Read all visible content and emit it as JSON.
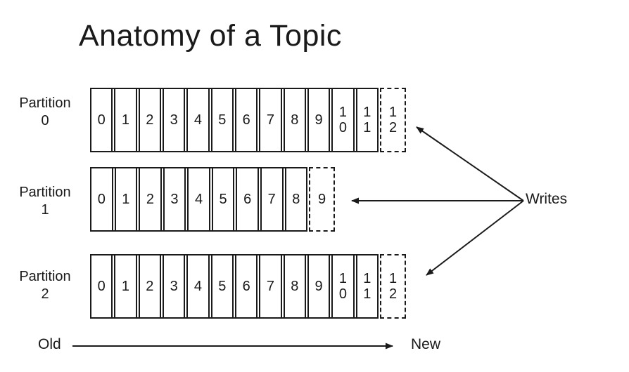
{
  "title": "Anatomy of a Topic",
  "partitions": [
    {
      "name": "Partition",
      "number": "0",
      "cells": [
        "0",
        "1",
        "2",
        "3",
        "4",
        "5",
        "6",
        "7",
        "8",
        "9",
        "10",
        "11"
      ],
      "next_cell": "12"
    },
    {
      "name": "Partition",
      "number": "1",
      "cells": [
        "0",
        "1",
        "2",
        "3",
        "4",
        "5",
        "6",
        "7",
        "8"
      ],
      "next_cell": "9"
    },
    {
      "name": "Partition",
      "number": "2",
      "cells": [
        "0",
        "1",
        "2",
        "3",
        "4",
        "5",
        "6",
        "7",
        "8",
        "9",
        "10",
        "11"
      ],
      "next_cell": "12"
    }
  ],
  "writes_label": "Writes",
  "timeline": {
    "old_label": "Old",
    "new_label": "New"
  },
  "icons": {
    "arrowhead": "filled-triangle-arrowhead"
  },
  "colors": {
    "ink": "#1a1a1a",
    "background": "#ffffff"
  }
}
